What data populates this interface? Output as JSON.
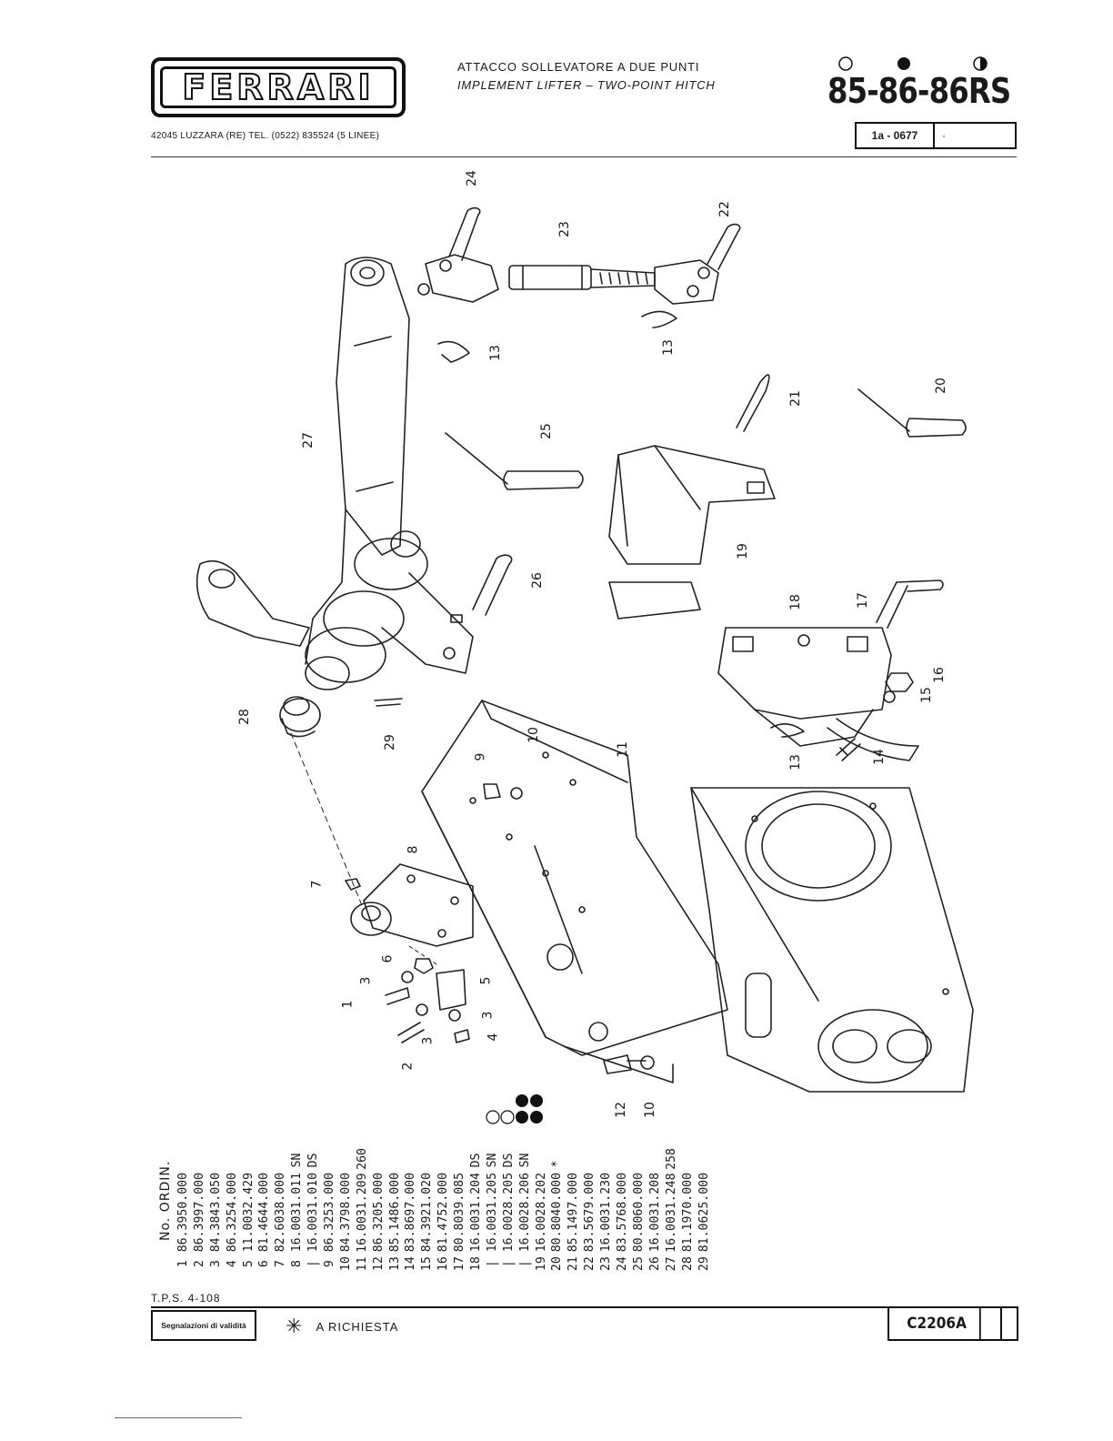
{
  "header": {
    "logo_text": "FERRARI",
    "address": "42045 LUZZARA (RE)   TEL. (0522) 835524 (5 LINEE)",
    "title_it": "ATTACCO SOLLEVATORE A DUE PUNTI",
    "title_en": "IMPLEMENT LIFTER – TWO-POINT HITCH",
    "models": "85-86-86RS",
    "ref_code": "1a - 0677",
    "ref_extra": "·"
  },
  "callouts": [
    "24",
    "22",
    "23",
    "13",
    "13",
    "21",
    "20",
    "27",
    "25",
    "19",
    "26",
    "18",
    "17",
    "16",
    "15",
    "28",
    "29",
    "10",
    "9",
    "11",
    "13",
    "14",
    "8",
    "7",
    "6",
    "5",
    "3",
    "3",
    "1",
    "3",
    "4",
    "2",
    "12",
    "10"
  ],
  "parts_list": {
    "header": "No. ORDIN.",
    "rows": [
      {
        "no": "1",
        "code": "86.3950.000",
        "sfx": ""
      },
      {
        "no": "2",
        "code": "86.3997.000",
        "sfx": ""
      },
      {
        "no": "3",
        "code": "84.3843.050",
        "sfx": ""
      },
      {
        "no": "4",
        "code": "86.3254.000",
        "sfx": ""
      },
      {
        "no": "5",
        "code": "11.0032.429",
        "sfx": ""
      },
      {
        "no": "6",
        "code": "81.4644.000",
        "sfx": ""
      },
      {
        "no": "7",
        "code": "82.6038.000",
        "sfx": ""
      },
      {
        "no": "8",
        "code": "16.0031.011",
        "sfx": "SN"
      },
      {
        "no": "|",
        "code": "16.0031.010",
        "sfx": "DS"
      },
      {
        "no": "9",
        "code": "86.3253.000",
        "sfx": ""
      },
      {
        "no": "10",
        "code": "84.3798.000",
        "sfx": ""
      },
      {
        "no": "11",
        "code": "16.0031.209",
        "sfx": "260"
      },
      {
        "no": "12",
        "code": "86.3205.000",
        "sfx": ""
      },
      {
        "no": "13",
        "code": "85.1486.000",
        "sfx": ""
      },
      {
        "no": "14",
        "code": "83.8697.000",
        "sfx": ""
      },
      {
        "no": "15",
        "code": "84.3921.020",
        "sfx": ""
      },
      {
        "no": "16",
        "code": "81.4752.000",
        "sfx": ""
      },
      {
        "no": "17",
        "code": "80.8039.085",
        "sfx": ""
      },
      {
        "no": "18",
        "code": "16.0031.204",
        "sfx": "DS"
      },
      {
        "no": "|",
        "code": "16.0031.205",
        "sfx": "SN"
      },
      {
        "no": "|",
        "code": "16.0028.205",
        "sfx": "DS"
      },
      {
        "no": "|",
        "code": "16.0028.206",
        "sfx": "SN"
      },
      {
        "no": "19",
        "code": "16.0028.202",
        "sfx": ""
      },
      {
        "no": "20",
        "code": "80.8040.000",
        "sfx": "*"
      },
      {
        "no": "21",
        "code": "85.1497.000",
        "sfx": ""
      },
      {
        "no": "22",
        "code": "83.5679.000",
        "sfx": ""
      },
      {
        "no": "23",
        "code": "16.0031.230",
        "sfx": ""
      },
      {
        "no": "24",
        "code": "83.5768.000",
        "sfx": ""
      },
      {
        "no": "25",
        "code": "80.8060.000",
        "sfx": ""
      },
      {
        "no": "26",
        "code": "16.0031.208",
        "sfx": ""
      },
      {
        "no": "27",
        "code": "16.0031.248",
        "sfx": "258"
      },
      {
        "no": "28",
        "code": "81.1970.000",
        "sfx": ""
      },
      {
        "no": "29",
        "code": "81.0625.000",
        "sfx": ""
      }
    ]
  },
  "footer": {
    "tps": "T.P.S. 4-108",
    "validity_label": "Segnalazioni di validità",
    "star": "✳",
    "legend": "A RICHIESTA",
    "doc_code": "C2206A"
  }
}
